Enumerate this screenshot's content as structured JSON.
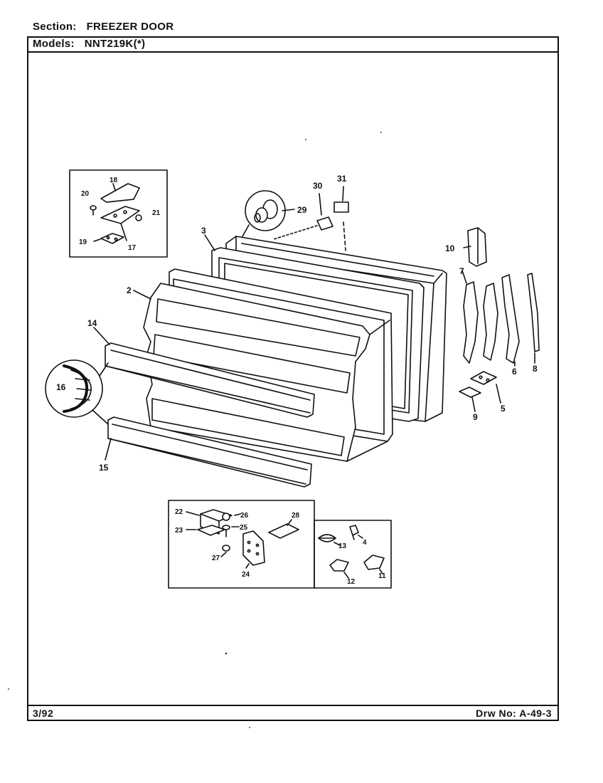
{
  "header": {
    "section_label": "Section:",
    "section_value": "FREEZER DOOR",
    "models_label": "Models:",
    "models_value": "NNT219K(*)"
  },
  "footer": {
    "date": "3/92",
    "drawing_number": "Drw No: A-49-3"
  },
  "callouts": {
    "c2": "2",
    "c3": "3",
    "c4": "4",
    "c5": "5",
    "c6": "6",
    "c7": "7",
    "c8": "8",
    "c9": "9",
    "c10": "10",
    "c11": "11",
    "c12": "12",
    "c13": "13",
    "c14": "14",
    "c15": "15",
    "c16": "16",
    "c17": "17",
    "c18": "18",
    "c19": "19",
    "c20": "20",
    "c21": "21",
    "c22": "22",
    "c23": "23",
    "c24": "24",
    "c25": "25",
    "c26": "26",
    "c27": "27",
    "c28": "28",
    "c29": "29",
    "c30": "30",
    "c31": "31"
  }
}
